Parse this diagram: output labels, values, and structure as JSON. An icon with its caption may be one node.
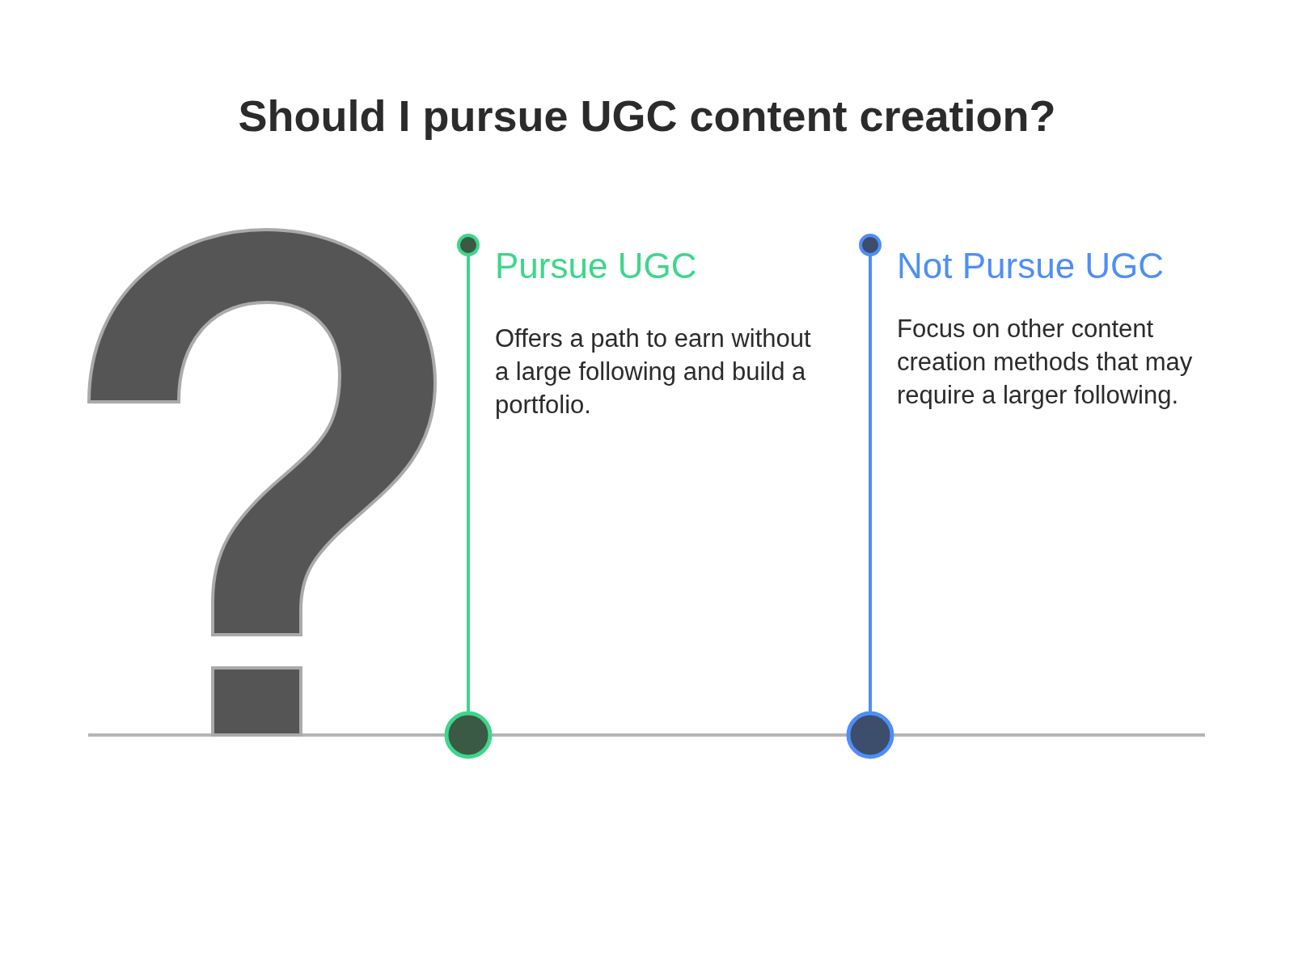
{
  "diagram": {
    "title": "Should I pursue UGC content creation?",
    "nodes": [
      {
        "text": [
          "Pursue UGC",
          "Offers a path to earn without a large following and build a portfolio."
        ]
      },
      {
        "text": [
          "Not Pursue UGC",
          "Focus on other content creation methods that may require a larger following."
        ]
      }
    ]
  }
}
